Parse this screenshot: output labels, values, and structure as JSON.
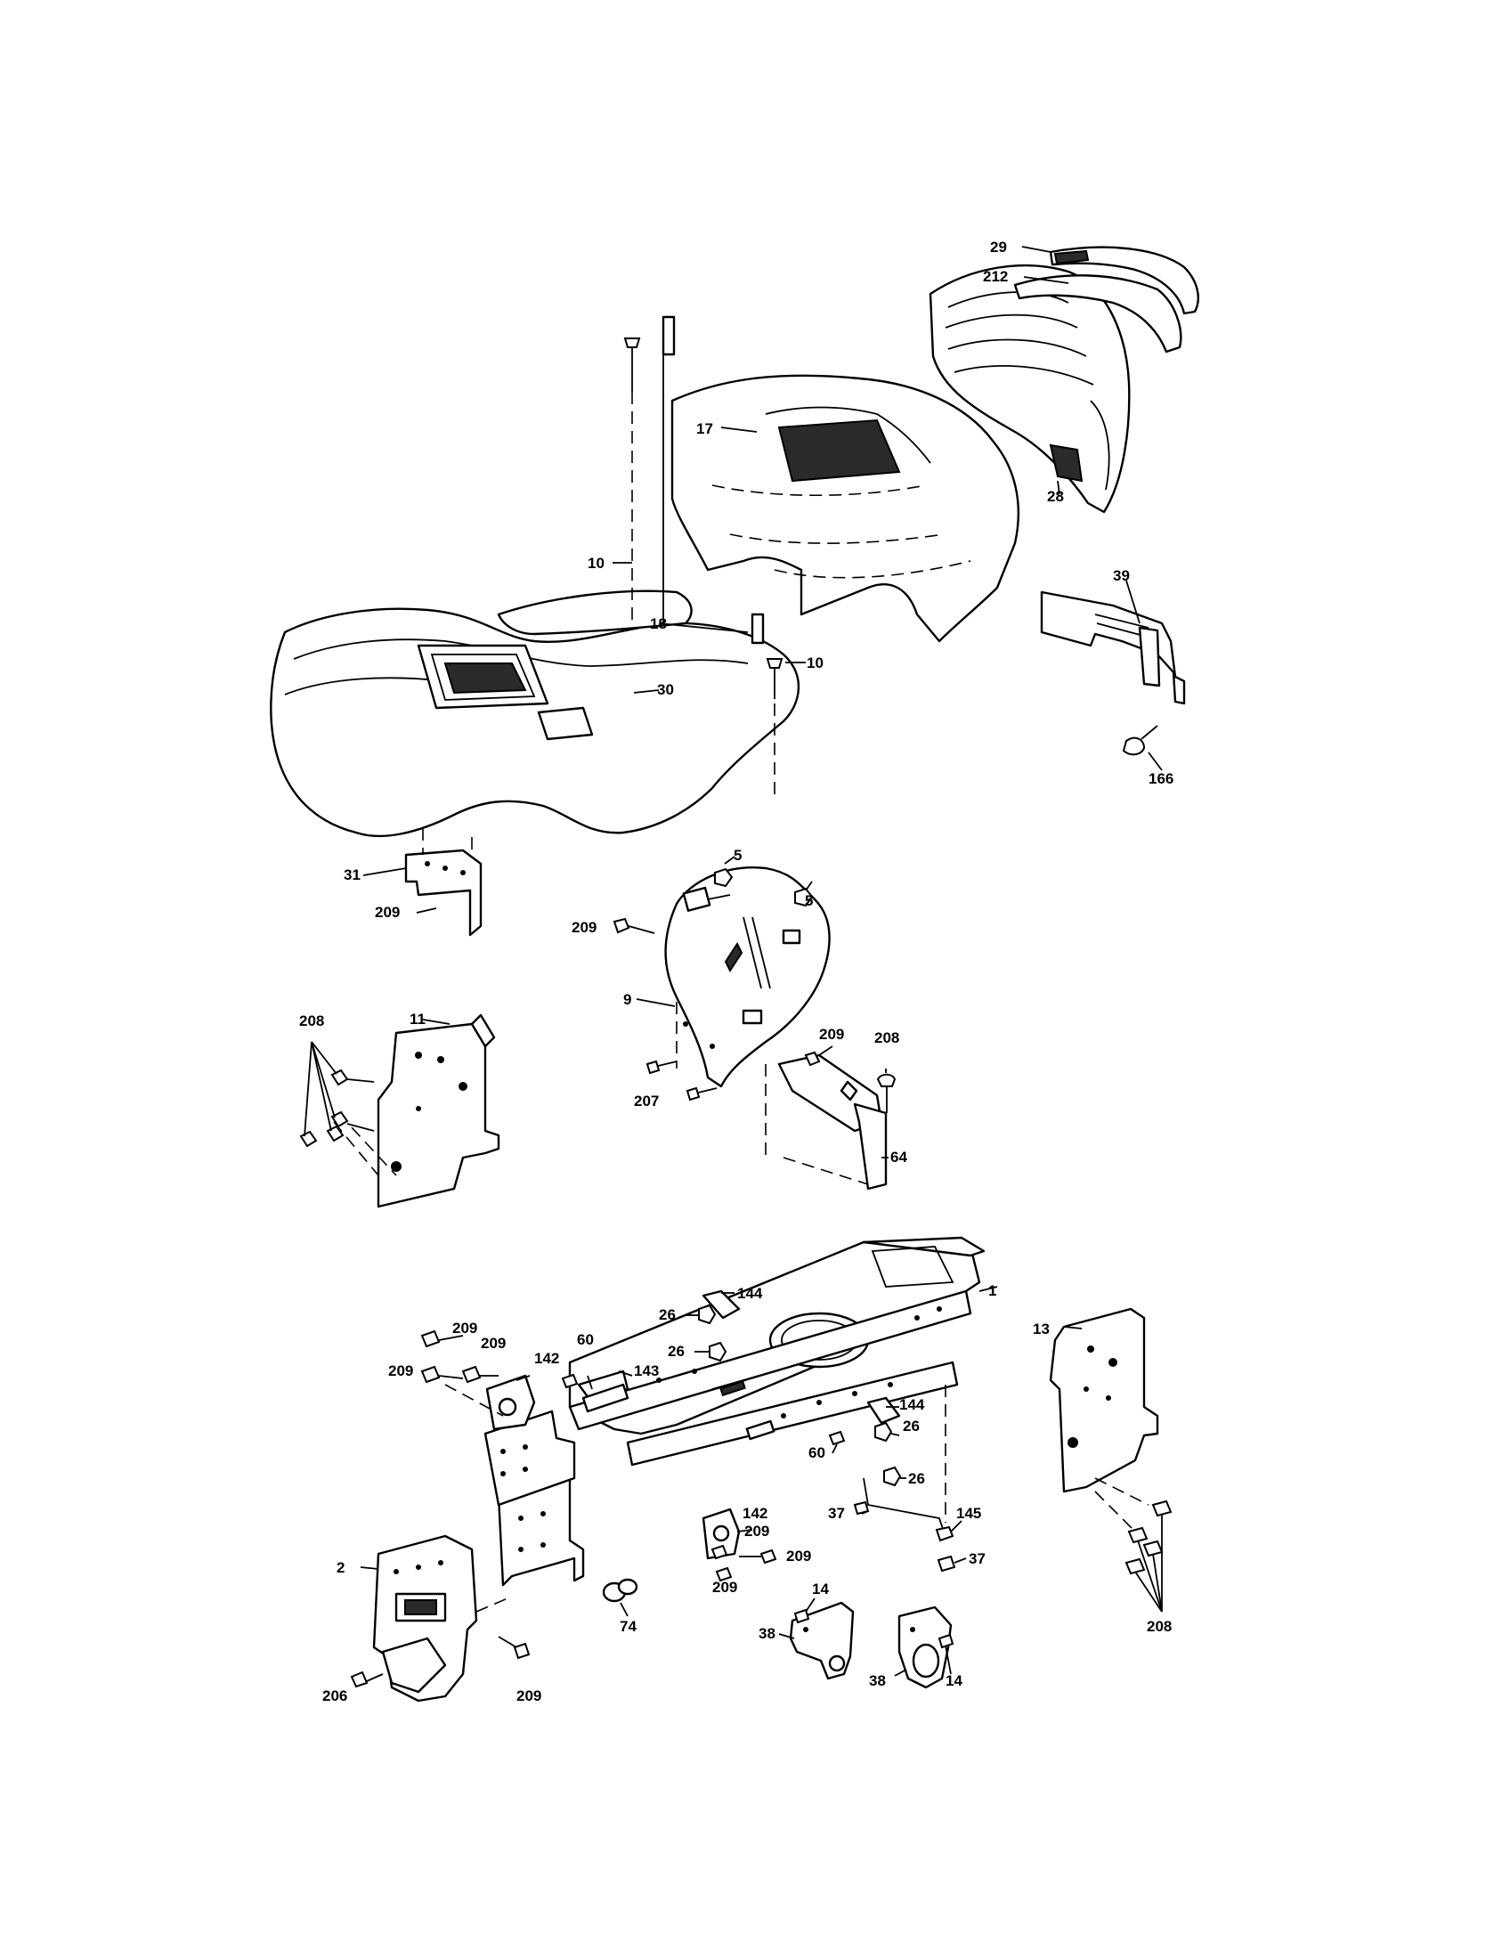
{
  "diagram": {
    "callouts": [
      {
        "id": "29",
        "text": "29"
      },
      {
        "id": "212",
        "text": "212"
      },
      {
        "id": "17",
        "text": "17"
      },
      {
        "id": "28",
        "text": "28"
      },
      {
        "id": "10a",
        "text": "10"
      },
      {
        "id": "18",
        "text": "18"
      },
      {
        "id": "10b",
        "text": "10"
      },
      {
        "id": "30",
        "text": "30"
      },
      {
        "id": "39",
        "text": "39"
      },
      {
        "id": "166",
        "text": "166"
      },
      {
        "id": "31",
        "text": "31"
      },
      {
        "id": "209a",
        "text": "209"
      },
      {
        "id": "5a",
        "text": "5"
      },
      {
        "id": "5b",
        "text": "5"
      },
      {
        "id": "209b",
        "text": "209"
      },
      {
        "id": "9",
        "text": "9"
      },
      {
        "id": "208a",
        "text": "208"
      },
      {
        "id": "11",
        "text": "11"
      },
      {
        "id": "209c",
        "text": "209"
      },
      {
        "id": "208b",
        "text": "208"
      },
      {
        "id": "207",
        "text": "207"
      },
      {
        "id": "64",
        "text": "64"
      },
      {
        "id": "144a",
        "text": "144"
      },
      {
        "id": "1",
        "text": "1"
      },
      {
        "id": "13",
        "text": "13"
      },
      {
        "id": "26a",
        "text": "26"
      },
      {
        "id": "26b",
        "text": "26"
      },
      {
        "id": "209d",
        "text": "209"
      },
      {
        "id": "209e",
        "text": "209"
      },
      {
        "id": "209f",
        "text": "209"
      },
      {
        "id": "142a",
        "text": "142"
      },
      {
        "id": "60a",
        "text": "60"
      },
      {
        "id": "143",
        "text": "143"
      },
      {
        "id": "144b",
        "text": "144"
      },
      {
        "id": "26c",
        "text": "26"
      },
      {
        "id": "60b",
        "text": "60"
      },
      {
        "id": "26d",
        "text": "26"
      },
      {
        "id": "142b",
        "text": "142"
      },
      {
        "id": "209g",
        "text": "209"
      },
      {
        "id": "209h",
        "text": "209"
      },
      {
        "id": "37a",
        "text": "37"
      },
      {
        "id": "145",
        "text": "145"
      },
      {
        "id": "37b",
        "text": "37"
      },
      {
        "id": "209i",
        "text": "209"
      },
      {
        "id": "2",
        "text": "2"
      },
      {
        "id": "74",
        "text": "74"
      },
      {
        "id": "208c",
        "text": "208"
      },
      {
        "id": "14a",
        "text": "14"
      },
      {
        "id": "38a",
        "text": "38"
      },
      {
        "id": "206",
        "text": "206"
      },
      {
        "id": "209j",
        "text": "209"
      },
      {
        "id": "38b",
        "text": "38"
      },
      {
        "id": "14b",
        "text": "14"
      }
    ]
  }
}
